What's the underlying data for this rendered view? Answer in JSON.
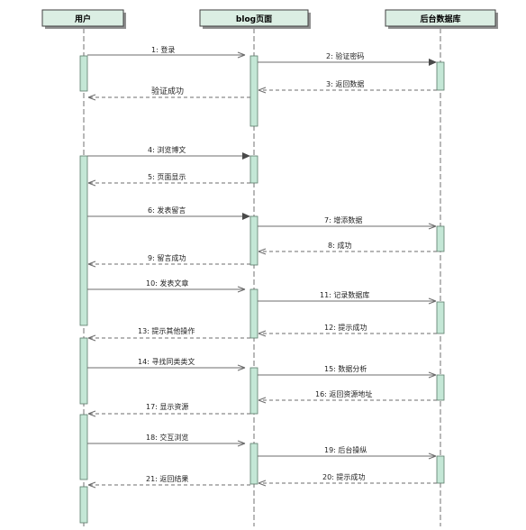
{
  "actors": {
    "user": "用户",
    "blog": "blog页面",
    "db": "后台数据库"
  },
  "messages": [
    {
      "label": "1: 登录"
    },
    {
      "label": "2: 验证密码"
    },
    {
      "label": "3: 返回数据"
    },
    {
      "label": "验证成功"
    },
    {
      "label": "4: 浏览博文"
    },
    {
      "label": "5: 页面显示"
    },
    {
      "label": "6: 发表留言"
    },
    {
      "label": "7: 增添数据"
    },
    {
      "label": "8: 成功"
    },
    {
      "label": "9: 留言成功"
    },
    {
      "label": "10: 发表文章"
    },
    {
      "label": "11: 记录数据库"
    },
    {
      "label": "12: 提示成功"
    },
    {
      "label": "13: 提示其他操作"
    },
    {
      "label": "14: 寻找同类类文"
    },
    {
      "label": "15: 数据分析"
    },
    {
      "label": "16: 返回资源地址"
    },
    {
      "label": "17: 显示资源"
    },
    {
      "label": "18: 交互浏览"
    },
    {
      "label": "19: 后台操纵"
    },
    {
      "label": "20: 提示成功"
    },
    {
      "label": "21: 返回结果"
    }
  ]
}
